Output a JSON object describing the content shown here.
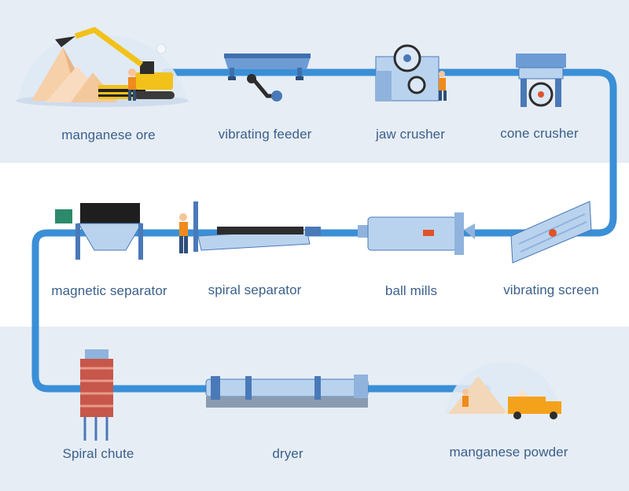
{
  "steps": {
    "manganese_ore": "manganese ore",
    "vibrating_feeder": "vibrating feeder",
    "jaw_crusher": "jaw crusher",
    "cone_crusher": "cone crusher",
    "magnetic_separator": "magnetic separator",
    "spiral_separator": "spiral separator",
    "ball_mills": "ball mills",
    "vibrating_screen": "vibrating screen",
    "spiral_chute": "Spiral chute",
    "dryer": "dryer",
    "manganese_powder": "manganese powder"
  },
  "colors": {
    "pipe": "#3a8fd6",
    "machine": "#b9d3ee",
    "machine_dark": "#4a79b8",
    "label": "#3b5f8a",
    "band": "#e6edf5",
    "worker": "#f08a1c",
    "truck": "#f4a21c"
  }
}
